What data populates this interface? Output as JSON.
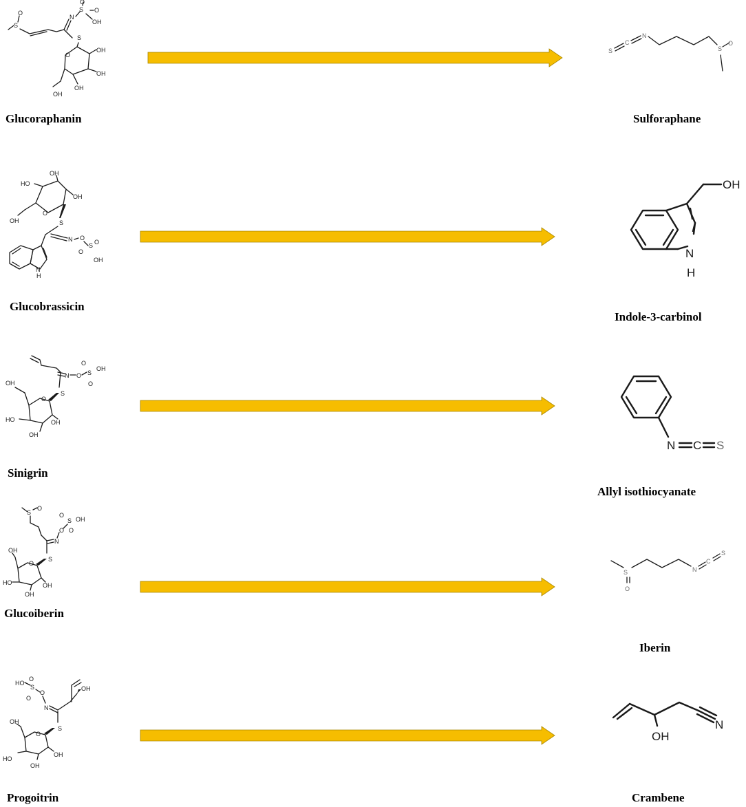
{
  "colors": {
    "arrow_fill": "#f6bd00",
    "arrow_stroke": "#a88600",
    "text": "#000000"
  },
  "rows": [
    {
      "precursor": "Glucoraphanin",
      "product": "Sulforaphane"
    },
    {
      "precursor": "Glucobrassicin",
      "product": "Indole-3-carbinol"
    },
    {
      "precursor": "Sinigrin",
      "product": "Allyl isothiocyanate"
    },
    {
      "precursor": "Glucoiberin",
      "product": "Iberin"
    },
    {
      "precursor": "Progoitrin",
      "product": "Crambene"
    }
  ],
  "atoms": {
    "O": "O",
    "S": "S",
    "N": "N",
    "NH": "N",
    "H": "H",
    "OH": "OH",
    "HO": "HO",
    "C": "C"
  }
}
